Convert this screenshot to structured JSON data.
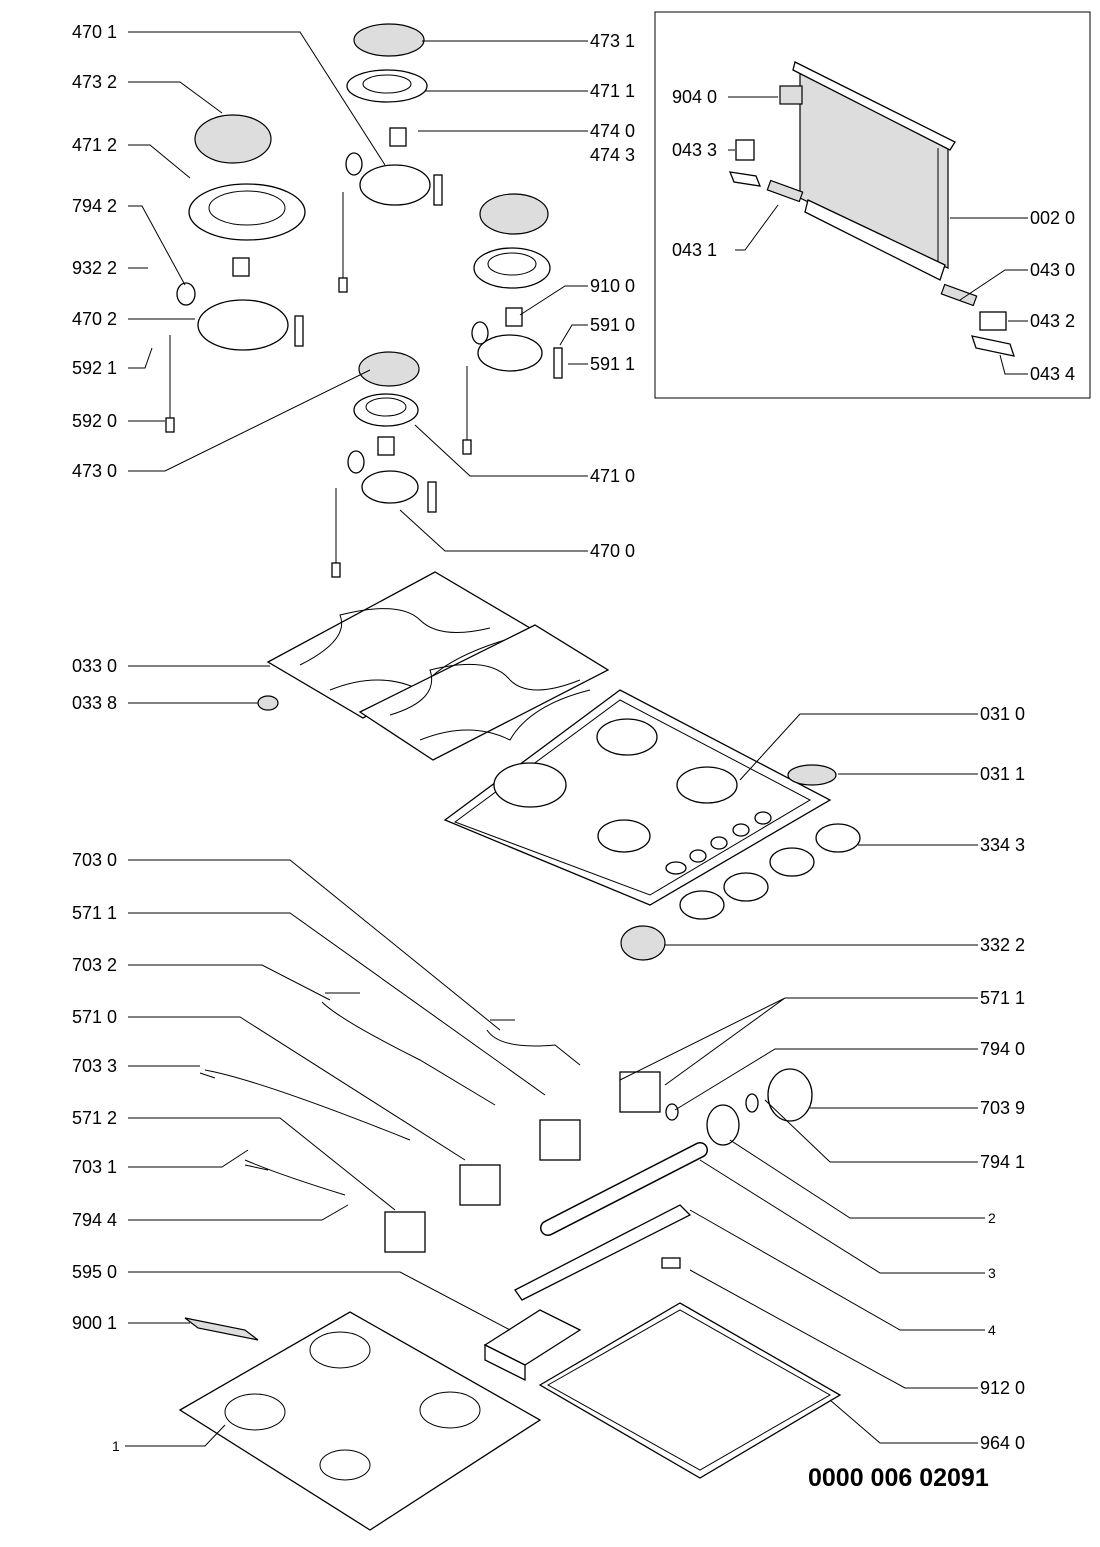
{
  "diagram": {
    "labels": [
      "470 1",
      "473 2",
      "471 2",
      "794 2",
      "932 2",
      "470 2",
      "592 1",
      "592 0",
      "473 0",
      "033 0",
      "033 8",
      "703 0",
      "571 1",
      "703 2",
      "571 0",
      "703 3",
      "571 2",
      "703 1",
      "794 4",
      "595 0",
      "900 1",
      "1",
      "473 1",
      "471 1",
      "474 0",
      "474 3",
      "910 0",
      "591 0",
      "591 1",
      "471 0",
      "470 0",
      "904 0",
      "043 3",
      "043 1",
      "002 0",
      "043 0",
      "043 2",
      "043 4",
      "031 0",
      "031 1",
      "334 3",
      "332 2",
      "571 1",
      "794 0",
      "703 9",
      "794 1",
      "2",
      "3",
      "4",
      "912 0",
      "964 0"
    ]
  },
  "footer": {
    "drawing_number": "0000 006 02091"
  }
}
